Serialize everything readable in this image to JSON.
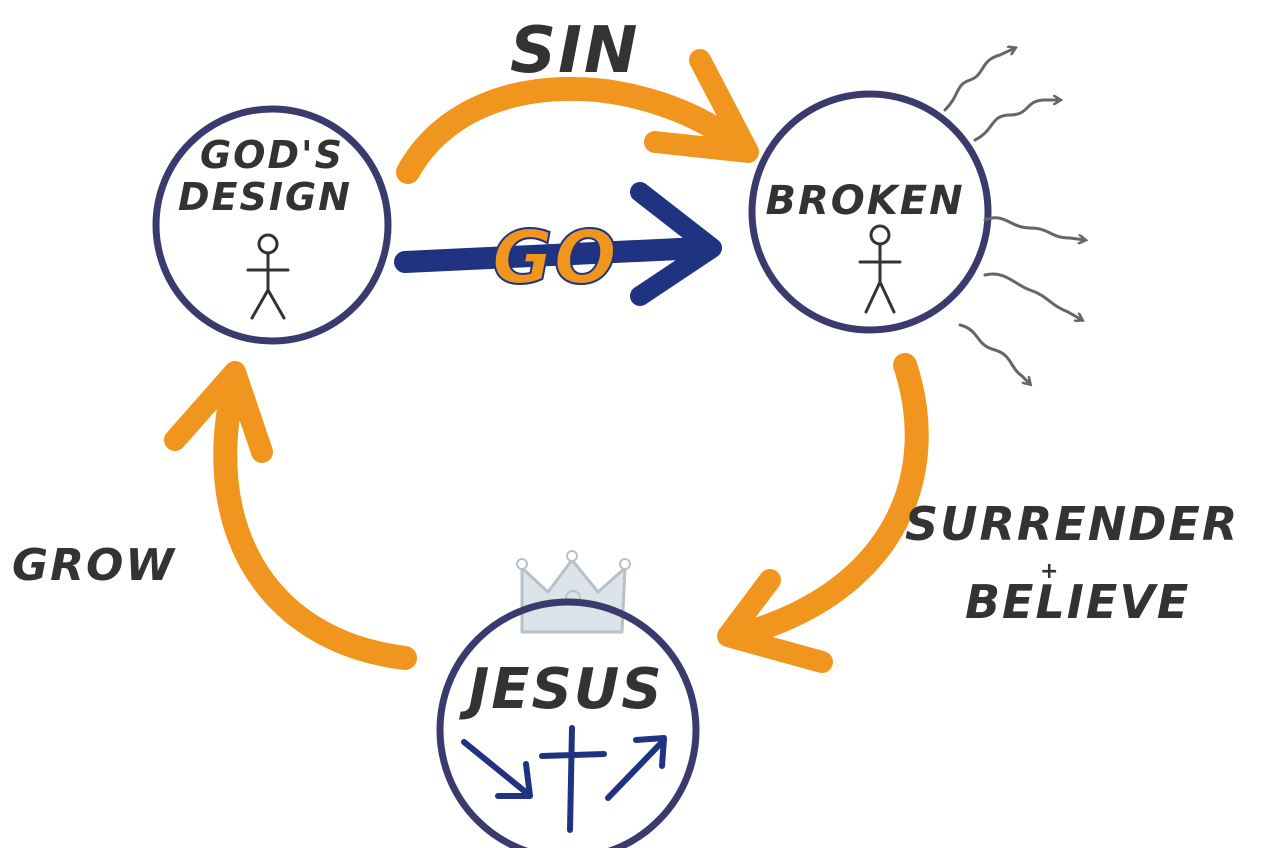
{
  "nodes": {
    "gods_design": {
      "line1": "GOD'S",
      "line2": "DESIGN"
    },
    "broken": {
      "label": "BROKEN"
    },
    "jesus": {
      "label": "JESUS"
    }
  },
  "arrows": {
    "sin": {
      "label": "SIN"
    },
    "go": {
      "label": "GO"
    },
    "surrender": {
      "line1": "SURRENDER",
      "plus": "+",
      "line2": "BELIEVE"
    },
    "grow": {
      "label": "GROW"
    }
  },
  "colors": {
    "circle": "#3a3a6e",
    "orange": "#f0961e",
    "navy": "#1f3380",
    "text": "#333333",
    "squiggle": "#666666",
    "crown": "#dde3ea"
  }
}
